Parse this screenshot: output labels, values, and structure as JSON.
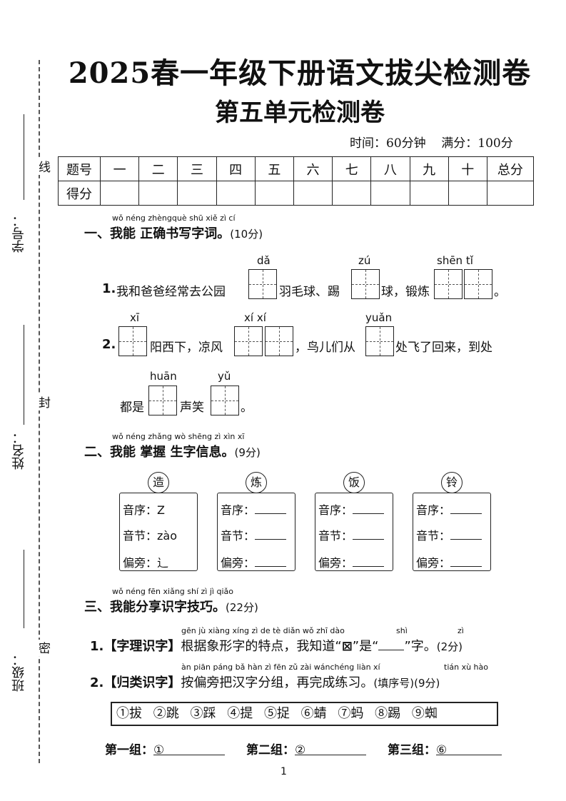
{
  "header": {
    "title": "2025春一年级下册语文拔尖检测卷",
    "subtitle": "第五单元检测卷",
    "time_label": "时间：60分钟",
    "full_score_label": "满分：100分"
  },
  "binding_margin": {
    "student_id_label": "学号：",
    "name_label": "姓名：",
    "class_label": "班级：",
    "seal_chars": [
      "线",
      "封",
      "密"
    ]
  },
  "score_table": {
    "row1": [
      "题号",
      "一",
      "二",
      "三",
      "四",
      "五",
      "六",
      "七",
      "八",
      "九",
      "十",
      "总分"
    ],
    "row2_label": "得分"
  },
  "section1": {
    "pinyin": "wǒ néng zhèngquè shū xiě  zì   cí",
    "heading": "一、我能 正确书写字词。",
    "points": "(10分)",
    "q1": {
      "num": "1.",
      "text_a": "我和爸爸经常去公园",
      "pinyin_a": "dǎ",
      "text_b": "羽毛球、踢",
      "pinyin_b": "zú",
      "text_c": "球，锻炼",
      "pinyin_c": "shēn  tǐ",
      "text_d": "。"
    },
    "q2": {
      "num": "2.",
      "pinyin_a": "xī",
      "text_a": "阳西下，凉风",
      "pinyin_b": "xí     xí",
      "text_b": "，鸟儿们从",
      "pinyin_c": "yuǎn",
      "text_c": "处飞了回来，到处",
      "text_d": "都是",
      "pinyin_d": "huān",
      "text_e": "声笑",
      "pinyin_e": "yǔ",
      "text_f": "。"
    }
  },
  "section2": {
    "pinyin": "wǒ néng zhǎng wò  shēng  zì   xìn  xī",
    "heading": "二、我能 掌握 生字信息。",
    "points": "(9分)",
    "cards": [
      {
        "char": "造",
        "order_label": "音序：",
        "order_value": "Z",
        "syllable_label": "音节：",
        "syllable_value": "zào",
        "radical_label": "偏旁：",
        "radical_value": "辶"
      },
      {
        "char": "炼",
        "order_label": "音序：",
        "order_value": "",
        "syllable_label": "音节：",
        "syllable_value": "",
        "radical_label": "偏旁：",
        "radical_value": ""
      },
      {
        "char": "饭",
        "order_label": "音序：",
        "order_value": "",
        "syllable_label": "音节：",
        "syllable_value": "",
        "radical_label": "偏旁：",
        "radical_value": ""
      },
      {
        "char": "铃",
        "order_label": "音序：",
        "order_value": "",
        "syllable_label": "音节：",
        "syllable_value": "",
        "radical_label": "偏旁：",
        "radical_value": ""
      }
    ]
  },
  "section3": {
    "pinyin": "wǒ néng fēn xiǎng shí   zì   jì  qiǎo",
    "heading": "三、我能分享识字技巧。",
    "points": "(22分)",
    "q1": {
      "num": "1.",
      "pinyin": "gēn  jù  xiàng xíng  zì   de   tè  diǎn    wǒ  zhī  dào",
      "pinyin2": "shì",
      "pinyin3": "zì",
      "tag": "【字理识字】",
      "text_a": "根据象形字的特点，我知道“",
      "glyph": "⊠",
      "text_b": "”是“",
      "text_c": "”字。",
      "points": "(2分)"
    },
    "q2": {
      "num": "2.",
      "pinyin": "àn  piān páng  bǎ   hàn  zì   fēn  zǔ       zài wánchéng liàn   xí",
      "pinyin2": "tián xù hào",
      "tag": "【归类识字】",
      "text": "按偏旁把汉字分组，再完成练习。",
      "hint": "(填序号)",
      "points": "(9分)"
    },
    "options": [
      "①拔",
      "②跳",
      "③踩",
      "④提",
      "⑤捉",
      "⑥蜻",
      "⑦蚂",
      "⑧踢",
      "⑨蜘"
    ],
    "groups": [
      {
        "label": "第一组：",
        "value": "①"
      },
      {
        "label": "第二组：",
        "value": "②"
      },
      {
        "label": "第三组：",
        "value": "⑥"
      }
    ]
  },
  "footer": {
    "page_number": "1"
  }
}
